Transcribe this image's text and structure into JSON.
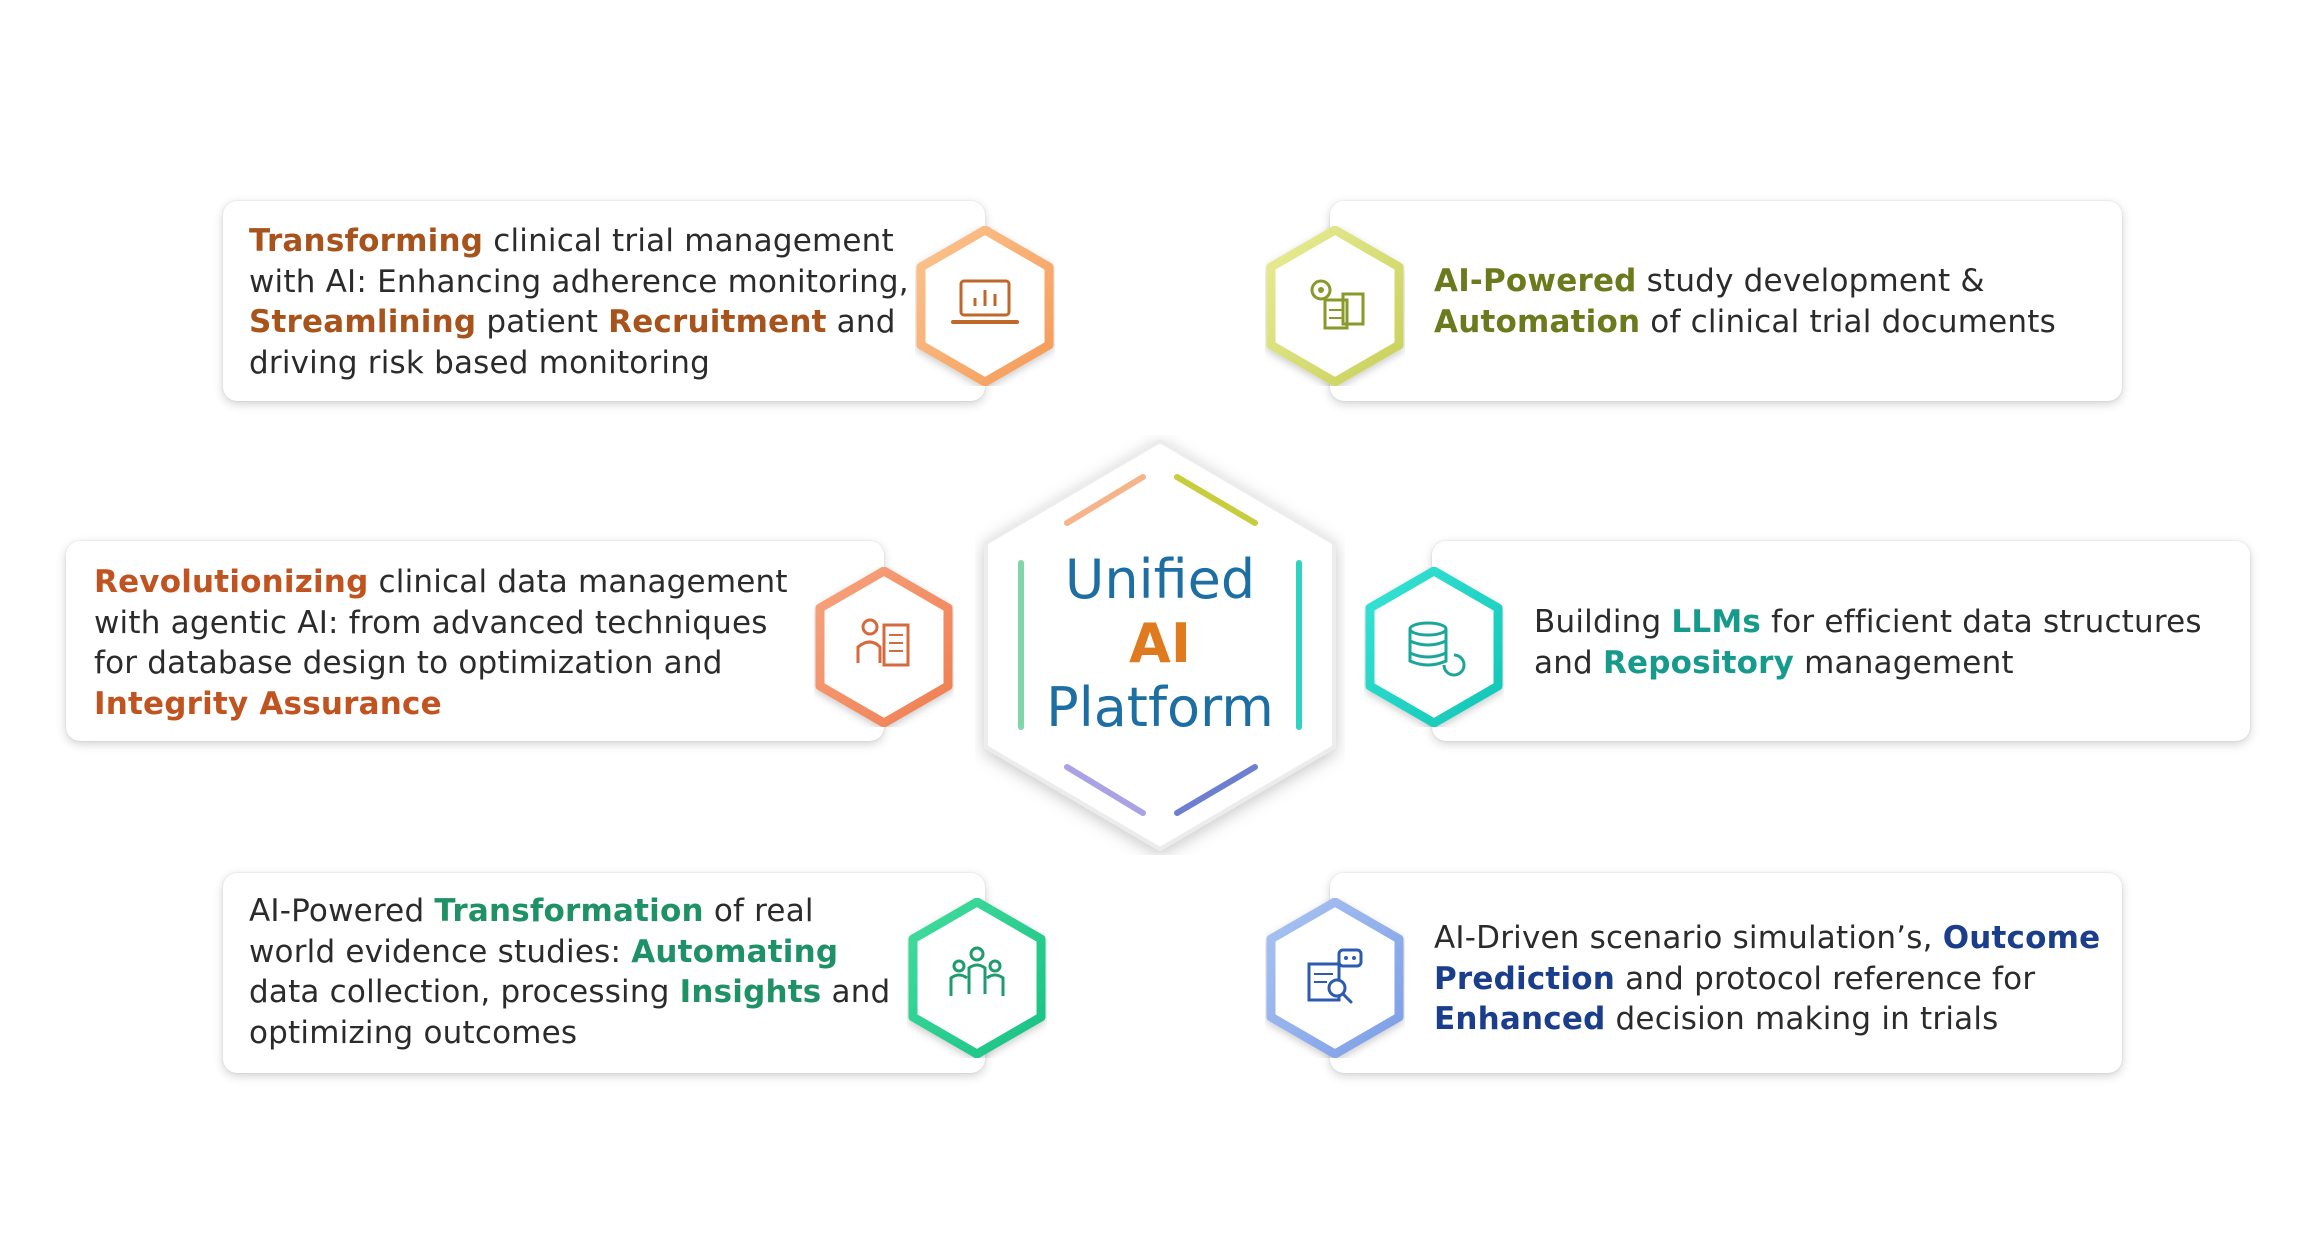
{
  "center": {
    "line1": "Unified",
    "line2": "AI",
    "line3": "Platform"
  },
  "cards": {
    "tl": {
      "icon": "laptop-chart-icon",
      "accent": "#a7531b",
      "segments": [
        {
          "t": "Transforming",
          "b": true
        },
        {
          "t": " clinical trial management with AI: Enhancing adherence monitoring, ",
          "b": false
        },
        {
          "t": "Streamlining",
          "b": true
        },
        {
          "t": " patient ",
          "b": false
        },
        {
          "t": "Recruitment",
          "b": true
        },
        {
          "t": " and driving risk based monitoring",
          "b": false
        }
      ]
    },
    "tr": {
      "icon": "gear-documents-icon",
      "accent": "#6a7a1c",
      "segments": [
        {
          "t": "AI-Powered",
          "b": true
        },
        {
          "t": " study development & ",
          "b": false
        },
        {
          "t": "Automation",
          "b": true
        },
        {
          "t": " of clinical trial documents",
          "b": false
        }
      ]
    },
    "ml": {
      "icon": "person-checklist-icon",
      "accent": "#c0531f",
      "segments": [
        {
          "t": "Revolutionizing",
          "b": true
        },
        {
          "t": " clinical data management with agentic AI: from advanced techniques for database design to optimization and ",
          "b": false
        },
        {
          "t": "Integrity Assurance",
          "b": true
        }
      ]
    },
    "mr": {
      "icon": "database-refresh-icon",
      "accent": "#159a8c",
      "segments": [
        {
          "t": "Building ",
          "b": false
        },
        {
          "t": "LLMs",
          "b": true
        },
        {
          "t": " for efficient data structures and ",
          "b": false
        },
        {
          "t": "Repository",
          "b": true
        },
        {
          "t": " management",
          "b": false
        }
      ]
    },
    "bl": {
      "icon": "people-group-icon",
      "accent": "#1f9166",
      "segments": [
        {
          "t": "AI-Powered ",
          "b": false
        },
        {
          "t": "Transformation",
          "b": true
        },
        {
          "t": " of real world evidence studies: ",
          "b": false
        },
        {
          "t": "Automating",
          "b": true
        },
        {
          "t": " data collection, processing ",
          "b": false
        },
        {
          "t": "Insights",
          "b": true
        },
        {
          "t": " and optimizing outcomes",
          "b": false
        }
      ]
    },
    "br": {
      "icon": "robot-document-search-icon",
      "accent": "#1a3e8c",
      "segments": [
        {
          "t": "AI-Driven scenario simulation’s, ",
          "b": false
        },
        {
          "t": "Outcome Prediction",
          "b": true
        },
        {
          "t": " and protocol reference for ",
          "b": false
        },
        {
          "t": "Enhanced",
          "b": true
        },
        {
          "t": " decision making in trials",
          "b": false
        }
      ]
    }
  }
}
